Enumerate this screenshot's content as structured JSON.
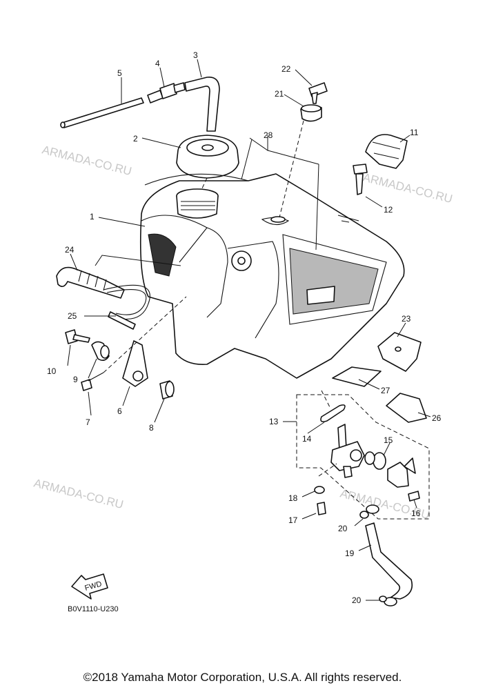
{
  "watermark": "ARMADA-CO.RU",
  "diagram_code": "B0V1110-U230",
  "fwd_label": "FWD",
  "copyright": "©2018 Yamaha Motor Corporation, U.S.A. All rights reserved.",
  "callouts": [
    {
      "n": "1",
      "part": "fuel-tank"
    },
    {
      "n": "2",
      "part": "tank-cap"
    },
    {
      "n": "3",
      "part": "breather-hose"
    },
    {
      "n": "4",
      "part": "check-valve"
    },
    {
      "n": "5",
      "part": "hose"
    },
    {
      "n": "6",
      "part": "bracket"
    },
    {
      "n": "7",
      "part": "bolt"
    },
    {
      "n": "8",
      "part": "collar"
    },
    {
      "n": "9",
      "part": "damper"
    },
    {
      "n": "10",
      "part": "bolt"
    },
    {
      "n": "11",
      "part": "clip"
    },
    {
      "n": "12",
      "part": "screw"
    },
    {
      "n": "13",
      "part": "fuel-cock-assy"
    },
    {
      "n": "14",
      "part": "gasket"
    },
    {
      "n": "15",
      "part": "o-ring"
    },
    {
      "n": "16",
      "part": "screw"
    },
    {
      "n": "17",
      "part": "bolt"
    },
    {
      "n": "18",
      "part": "washer"
    },
    {
      "n": "19",
      "part": "fuel-hose"
    },
    {
      "n": "20",
      "part": "hose-clip"
    },
    {
      "n": "20",
      "part": "hose-clip"
    },
    {
      "n": "21",
      "part": "damper"
    },
    {
      "n": "22",
      "part": "bolt"
    },
    {
      "n": "23",
      "part": "bracket"
    },
    {
      "n": "24",
      "part": "band"
    },
    {
      "n": "25",
      "part": "band"
    },
    {
      "n": "26",
      "part": "pad"
    },
    {
      "n": "27",
      "part": "pad"
    },
    {
      "n": "28",
      "part": "emblem"
    }
  ]
}
